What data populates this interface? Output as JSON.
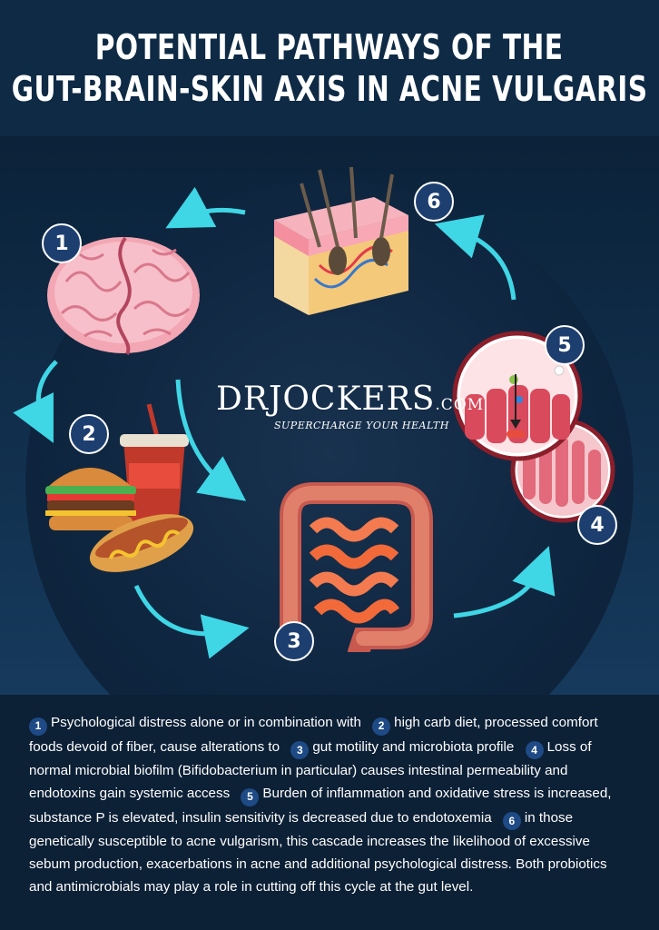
{
  "title": {
    "line1": "POTENTIAL PATHWAYS OF THE",
    "line2": "GUT-BRAIN-SKIN AXIS IN ACNE VULGARIS"
  },
  "logo": {
    "main": "DRJOCKERS",
    "suffix": ".COM",
    "tagline": "SUPERCHARGE YOUR HEALTH"
  },
  "badges": [
    "1",
    "2",
    "3",
    "4",
    "5",
    "6"
  ],
  "icons": {
    "brain": "brain-icon",
    "food": "junk-food-icon",
    "gut": "intestine-icon",
    "biofilm": "microbial-biofilm-icon",
    "permeability": "intestinal-permeability-icon",
    "skin": "skin-cross-section-icon"
  },
  "colors": {
    "arrow": "#3fd6e6",
    "badge": "#1d3f70",
    "background": "#0b2239"
  },
  "description": {
    "s1": "Psychological distress alone or in combination with",
    "s2": "high carb diet, processed comfort foods devoid of fiber, cause alterations to",
    "s3": "gut motility and microbiota profile",
    "s4": "Loss of normal microbial biofilm (Bifidobacterium in particular) causes intestinal permeability and endotoxins gain systemic access",
    "s5": "Burden of inflammation and oxidative stress is increased, substance P is elevated, insulin sensitivity is decreased due to endotoxemia",
    "s6": "in those genetically susceptible to acne vulgarism, this cascade increases the likelihood of excessive sebum production, exacerbations in acne and additional psychological distress. Both probiotics and antimicrobials may play a role in cutting off this cycle at the gut level."
  }
}
